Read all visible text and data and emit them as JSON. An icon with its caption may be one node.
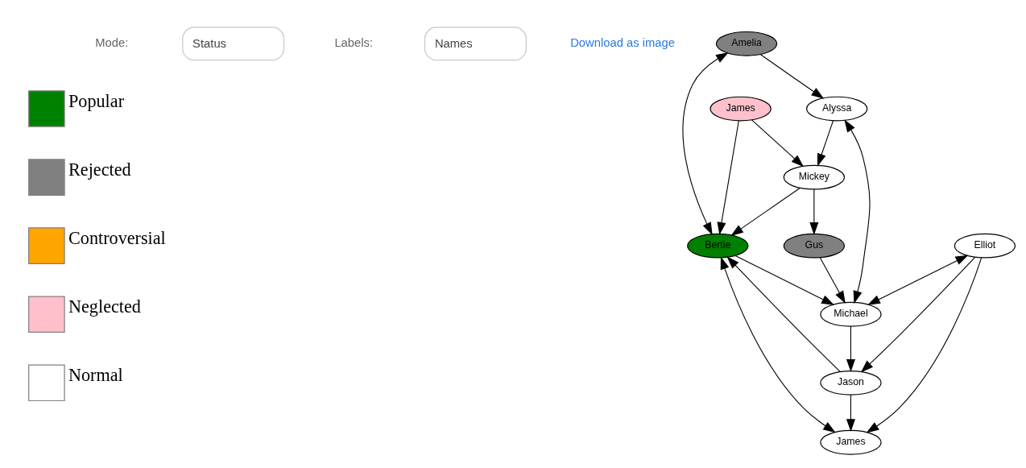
{
  "diagram": {
    "nodes": [
      {
        "text": [
          "Amelia"
        ]
      },
      {
        "text": [
          "James"
        ]
      },
      {
        "text": [
          "Bertie"
        ]
      },
      {
        "text": [
          "Alyssa"
        ]
      },
      {
        "text": [
          "James"
        ]
      },
      {
        "text": [
          "Jason"
        ]
      },
      {
        "text": [
          "Elliot"
        ]
      },
      {
        "text": [
          "Michael"
        ]
      },
      {
        "text": [
          "Mickey"
        ]
      },
      {
        "text": [
          "Gus"
        ]
      }
    ],
    "edges": [
      {
        "from": 0,
        "to": 2,
        "arrow": "both"
      },
      {
        "from": 0,
        "to": 3,
        "arrow": "to"
      },
      {
        "from": 1,
        "to": 2,
        "arrow": "both"
      },
      {
        "from": 6,
        "to": 1,
        "arrow": "to"
      },
      {
        "from": 5,
        "to": 1,
        "arrow": "to"
      },
      {
        "from": 5,
        "to": 2,
        "arrow": "to"
      },
      {
        "from": 2,
        "to": 7,
        "arrow": "to"
      },
      {
        "from": 3,
        "to": 7,
        "arrow": "both"
      },
      {
        "from": 4,
        "to": 2,
        "arrow": "to"
      },
      {
        "from": 8,
        "to": 2,
        "arrow": "to"
      },
      {
        "from": 3,
        "to": 8,
        "arrow": "to"
      },
      {
        "from": 4,
        "to": 8,
        "arrow": "to"
      },
      {
        "from": 7,
        "to": 5,
        "arrow": "to"
      },
      {
        "from": 6,
        "to": 7,
        "arrow": "both"
      },
      {
        "from": 6,
        "to": 5,
        "arrow": "to"
      },
      {
        "from": 9,
        "to": 7,
        "arrow": "to"
      },
      {
        "from": 8,
        "to": 9,
        "arrow": "to"
      }
    ],
    "labels": [
      "Mode:",
      "Status",
      "Labels:",
      "Names",
      "Download as image"
    ],
    "legend": [
      {
        "text": "Popular",
        "color": "#008000"
      },
      {
        "text": "Rejected",
        "color": "#808080"
      },
      {
        "text": "Controversial",
        "color": "#ffa500"
      },
      {
        "text": "Neglected",
        "color": "#ffc0cb"
      },
      {
        "text": "Normal",
        "color": "#ffffff"
      }
    ]
  }
}
